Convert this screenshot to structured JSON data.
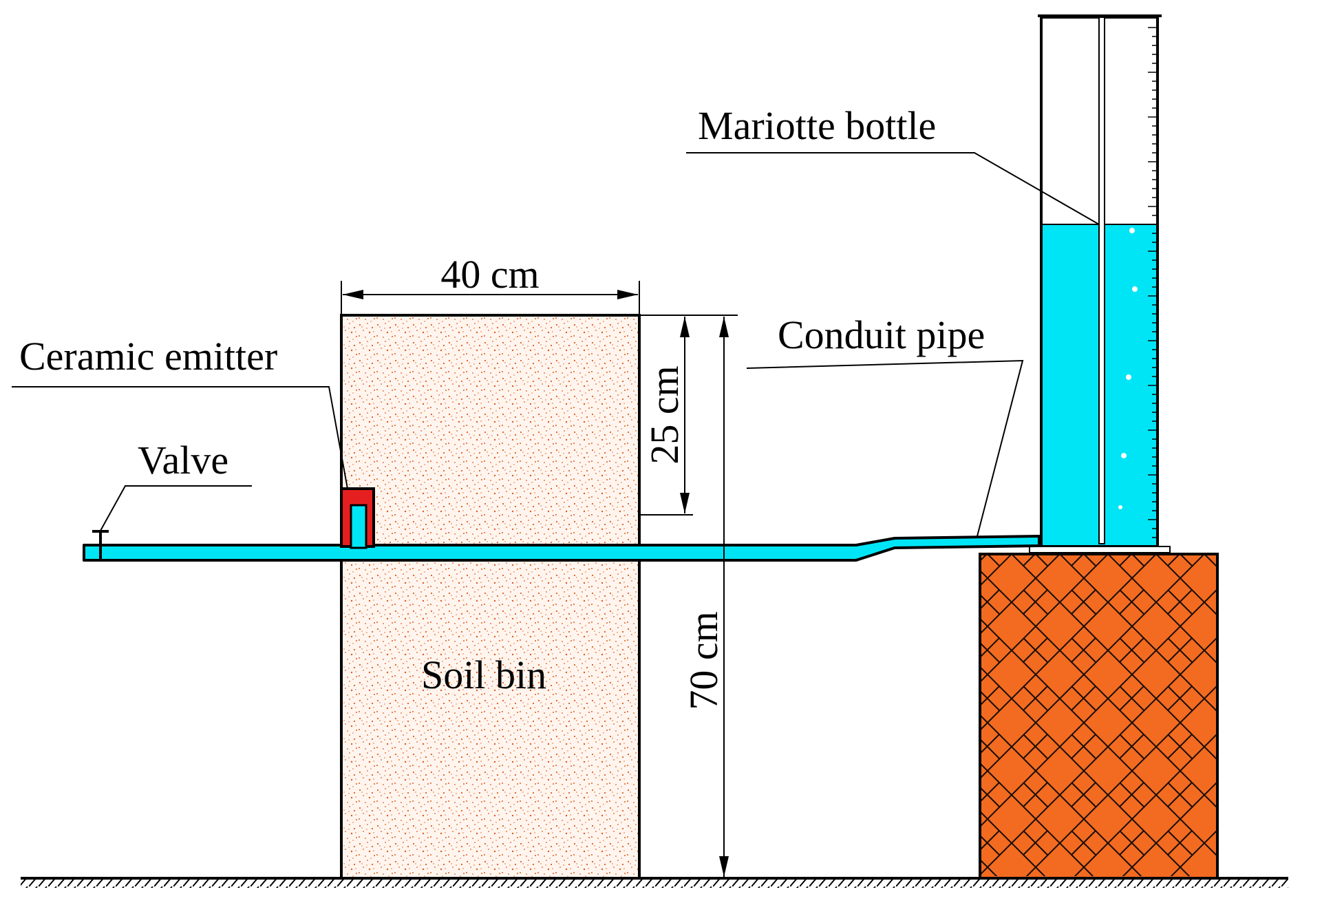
{
  "labels": {
    "mariotte": "Mariotte bottle",
    "conduit": "Conduit pipe",
    "emitter": "Ceramic emitter",
    "valve": "Valve",
    "soil_bin": "Soil bin"
  },
  "dimensions": {
    "width": "40 cm",
    "depth": "25 cm",
    "height": "70 cm"
  },
  "colors": {
    "water": "#00e5f5",
    "soil_dots": "#e05a1a",
    "soil_bg": "#fff5ee",
    "emitter": "#e51f1f",
    "brick": "#f26b21",
    "line": "#000000"
  }
}
